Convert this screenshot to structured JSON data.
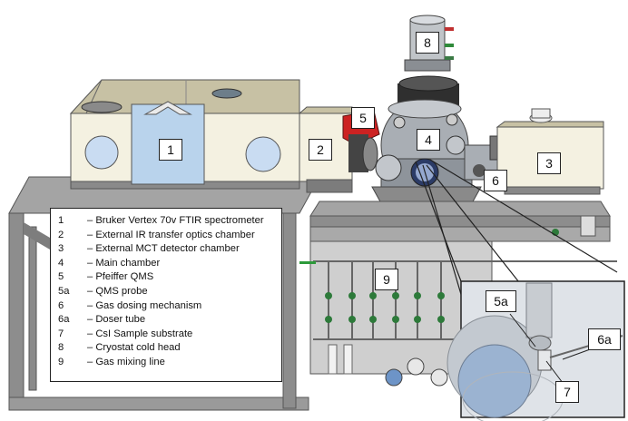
{
  "callouts": {
    "c1": "1",
    "c2": "2",
    "c3": "3",
    "c4": "4",
    "c5": "5",
    "c6": "6",
    "c8": "8",
    "c9": "9",
    "c5a": "5a",
    "c6a": "6a",
    "c7": "7"
  },
  "legend": [
    {
      "num": "1",
      "text": "– Bruker Vertex 70v FTIR spectrometer"
    },
    {
      "num": "2",
      "text": "– External IR transfer optics chamber"
    },
    {
      "num": "3",
      "text": "– External MCT detector chamber"
    },
    {
      "num": "4",
      "text": "– Main chamber"
    },
    {
      "num": "5",
      "text": "– Pfeiffer  QMS"
    },
    {
      "num": "5a",
      "text": "– QMS probe"
    },
    {
      "num": "6",
      "text": "– Gas dosing mechanism"
    },
    {
      "num": "6a",
      "text": "– Doser tube"
    },
    {
      "num": "7",
      "text": "– CsI Sample substrate"
    },
    {
      "num": "8",
      "text": "– Cryostat cold head"
    },
    {
      "num": "9",
      "text": "– Gas mixing line"
    }
  ],
  "colors": {
    "frame": "#9a9a9a",
    "frame_dark": "#6f6f6f",
    "spectrometer_top": "#c7c1a4",
    "spectrometer_body": "#f4f1e1",
    "spectrometer_panel": "#b9d3ec",
    "window_blue": "#c9dcf2",
    "qms_red": "#cc2222",
    "chamber_steel": "#a9aeb4",
    "inset_bg": "#dfe3e8"
  }
}
